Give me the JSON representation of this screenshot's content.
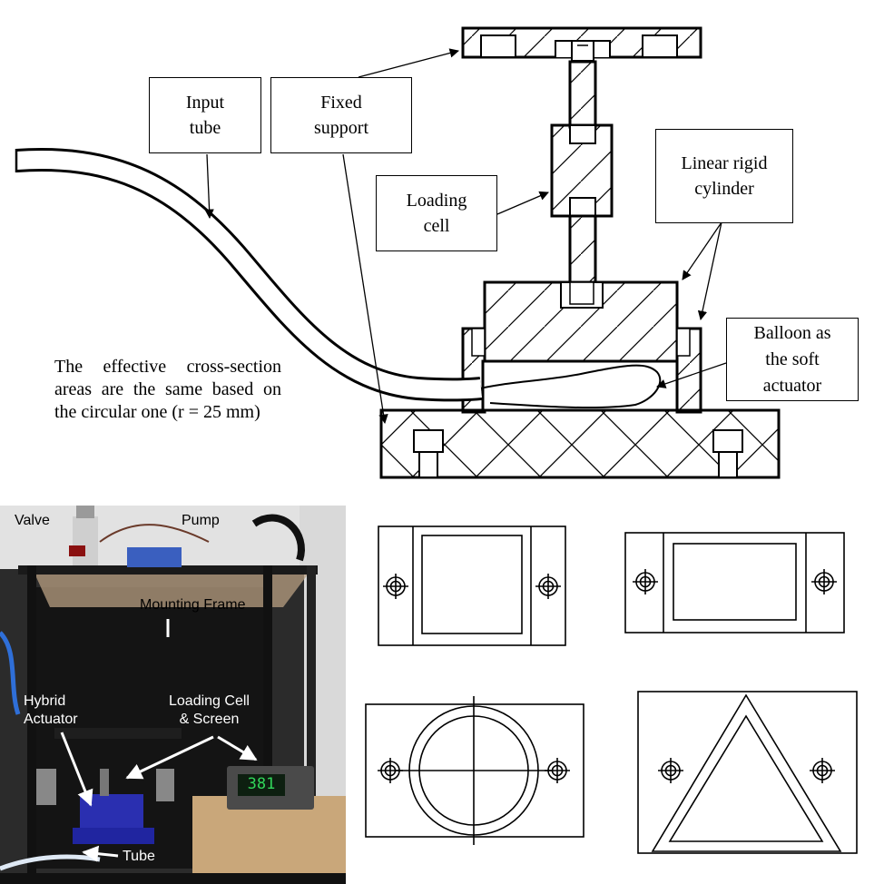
{
  "labels": {
    "input_tube": "Input\ntube",
    "fixed_support": "Fixed\nsupport",
    "loading_cell": "Loading\ncell",
    "linear_rigid_cylinder": "Linear rigid\ncylinder",
    "balloon": "Balloon as\nthe soft\nactuator"
  },
  "note": "The effective cross-section areas are the same based on the circular one (r = 25 mm)",
  "photo": {
    "valve": "Valve",
    "pump": "Pump",
    "mounting_frame": "Mounting Frame",
    "hybrid_actuator": "Hybrid\nActuator",
    "loading_cell_screen": "Loading Cell\n& Screen",
    "tube": "Tube",
    "screen_reading": "381"
  },
  "colors": {
    "line": "#000000",
    "actuator_blue": "#2a2fb0",
    "screen_green": "#31d65a",
    "box_brown": "#c9a77a"
  }
}
